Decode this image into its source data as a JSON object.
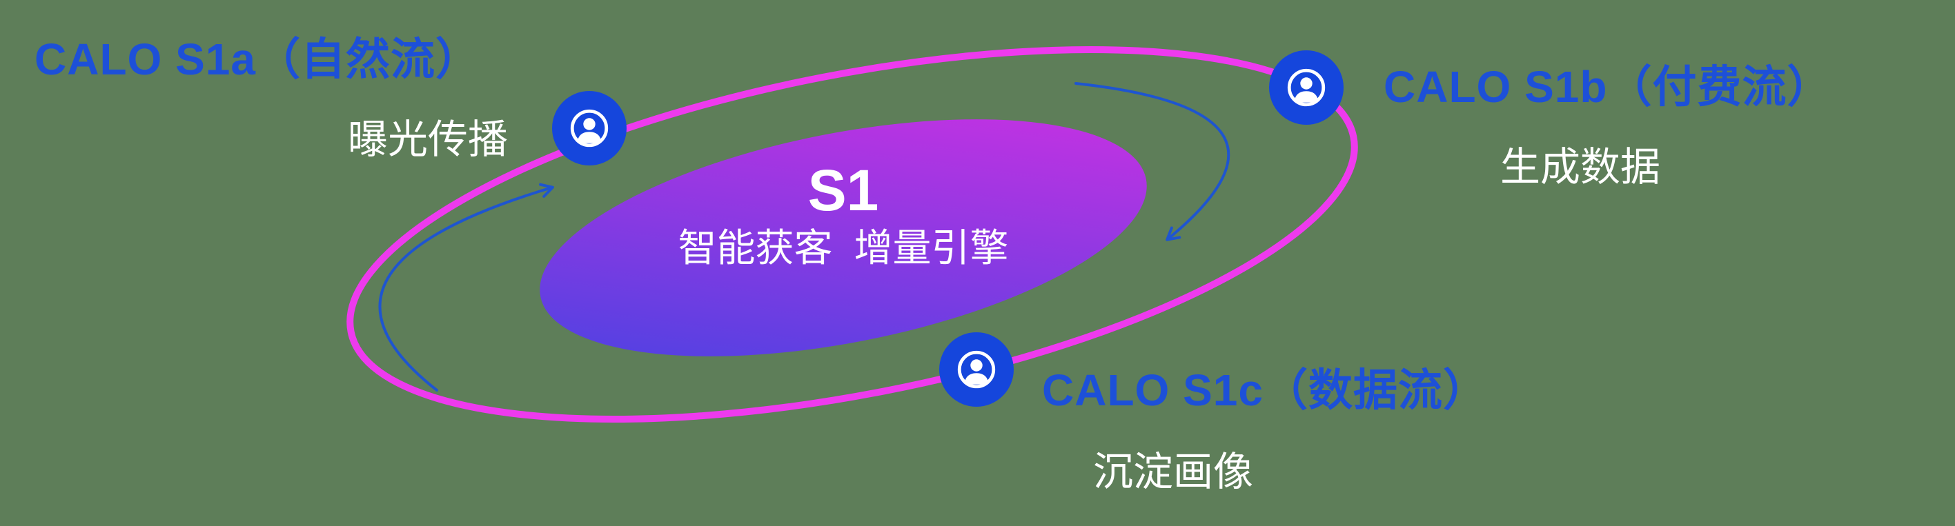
{
  "colors": {
    "background": "#5e7e59",
    "label_blue": "#1d50d8",
    "text_white": "#ffffff",
    "orbit_magenta": "#ee3aee",
    "node_blue": "#1546dc",
    "arrow_blue": "#1e55d0",
    "core_gradient_start": "#4343e2",
    "core_gradient_end": "#d230e2"
  },
  "core": {
    "title": "S1",
    "subtitle": "智能获客  增量引擎"
  },
  "nodes": [
    {
      "id": "s1a",
      "label": "CALO S1a（自然流）",
      "sublabel": "曝光传播",
      "icon": "user-circle-icon"
    },
    {
      "id": "s1b",
      "label": "CALO S1b（付费流）",
      "sublabel": "生成数据",
      "icon": "user-circle-icon"
    },
    {
      "id": "s1c",
      "label": "CALO S1c（数据流）",
      "sublabel": "沉淀画像",
      "icon": "user-circle-icon"
    }
  ]
}
